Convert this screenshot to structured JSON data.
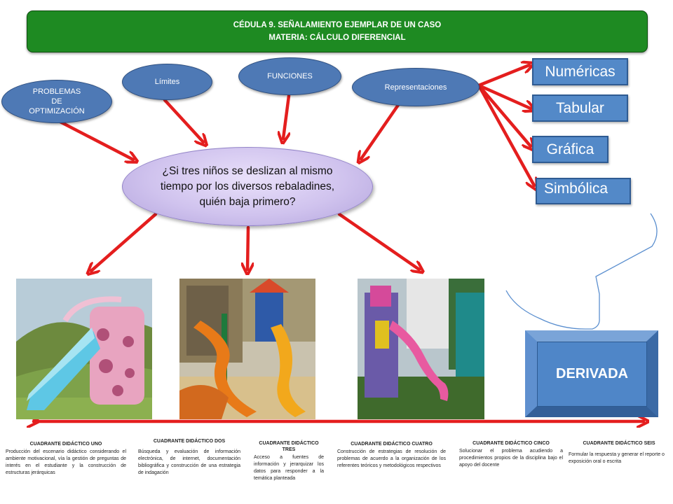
{
  "header": {
    "line1": "CÉDULA 9. SEÑALAMIENTO EJEMPLAR DE UN CASO",
    "line2": "MATERIA: CÁLCULO DIFERENCIAL"
  },
  "topics": {
    "problemas_line1": "PROBLEMAS",
    "problemas_line2": "DE",
    "problemas_line3": "OPTIMIZACIÓN",
    "limites": "Límites",
    "funciones": "FUNCIONES",
    "representaciones": "Representaciones"
  },
  "question": "¿Si tres niños se deslizan al mismo tiempo por los diversos rebaladines, quién baja primero?",
  "representations": [
    "Numéricas",
    "Tabular",
    "Gráfica",
    "Simbólica"
  ],
  "derivada": "DERIVADA",
  "quadrants": [
    {
      "title": "CUADRANTE DIDÁCTICO UNO",
      "text": "Producción del escenario didáctico considerando el ambiente motivacional, vía la gestión de preguntas de interés en el estudiante y la construcción de estructuras jerárquicas"
    },
    {
      "title": "CUADRANTE DIDÁCTICO DOS",
      "text": "Búsqueda y evaluación de información electrónica, de internet, documentación bibliográfica y construcción de una estrategia de indagación"
    },
    {
      "title": "CUADRANTE DIDÁCTICO TRES",
      "text": "Acceso a fuentes de información y jerarquizar los datos para responder a la temática planteada"
    },
    {
      "title": "CUADRANTE DIDÁCTICO CUATRO",
      "text": "Construcción de estrategias de resolución de problemas de acuerdo a la organización de los referentes teóricos y metodológicos respectivos"
    },
    {
      "title": "CUADRANTE DIDÁCTICO CINCO",
      "text": "Solucionar el problema acudiendo a procedimientos propios de la disciplina bajo el apoyo del docente"
    },
    {
      "title": "CUADRANTE DIDÁCTICO SEIS",
      "text": "Formular la respuesta y generar el reporte o exposición oral o escrita"
    }
  ],
  "colors": {
    "header_green": "#1e8a22",
    "arrow_red": "#e41e1e",
    "topic_blue": "#4e79b5",
    "question_lavender": "#d0c3ee",
    "box_blue": "#5389c8"
  }
}
